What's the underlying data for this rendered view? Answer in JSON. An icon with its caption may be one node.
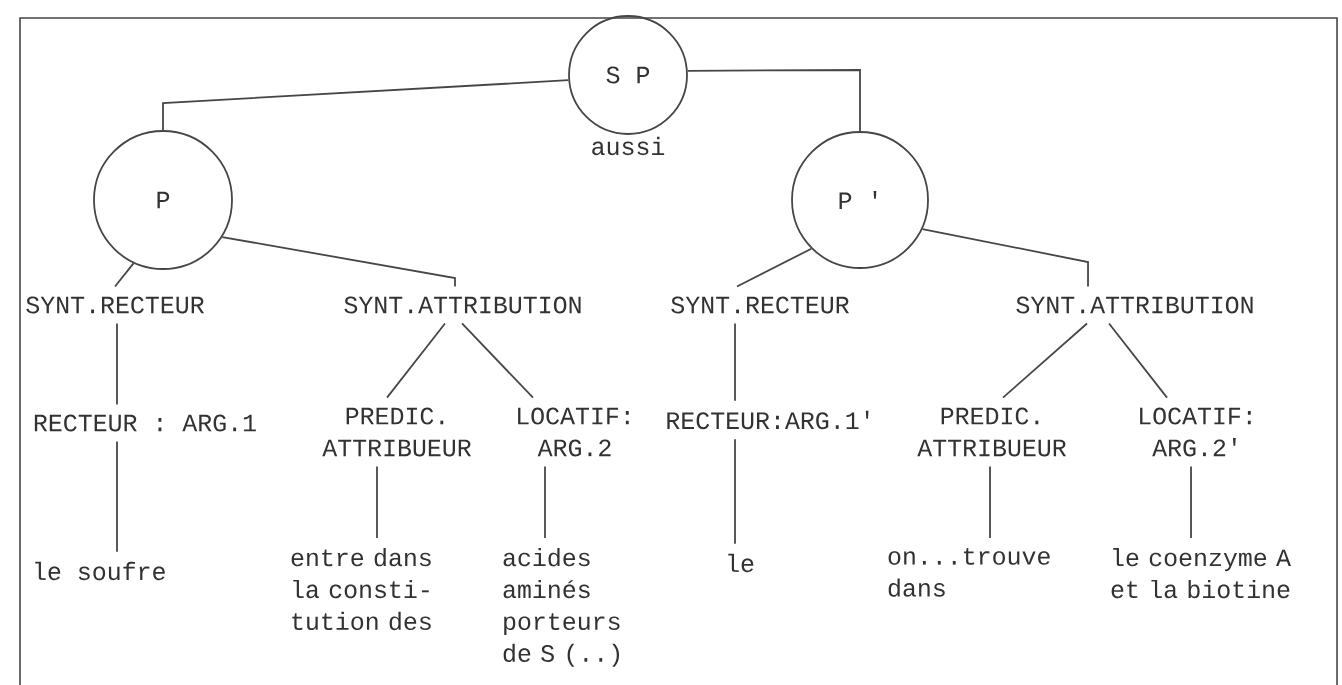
{
  "diagram": {
    "nodes": [
      {
        "text": [
          "S P"
        ],
        "beside": [
          "aussi"
        ]
      },
      {
        "text": [
          "P"
        ]
      },
      {
        "text": [
          "P '"
        ]
      },
      {
        "text": [
          "SYNT.RECTEUR"
        ]
      },
      {
        "text": [
          "SYNT.ATTRIBUTION"
        ]
      },
      {
        "text": [
          "RECTEUR : ARG.1"
        ]
      },
      {
        "text": [
          "PREDIC. ATTRIBUEUR"
        ]
      },
      {
        "text": [
          "LOCATIF: ARG.2"
        ]
      },
      {
        "text": [
          "le soufre"
        ]
      },
      {
        "text": [
          "entre dans la consti- tution des"
        ]
      },
      {
        "text": [
          "acides aminés porteurs de S (..)"
        ]
      },
      {
        "text": [
          "SYNT.RECTEUR"
        ]
      },
      {
        "text": [
          "SYNT.ATTRIBUTION"
        ]
      },
      {
        "text": [
          "RECTEUR:ARG.1'"
        ]
      },
      {
        "text": [
          "PREDIC. ATTRIBUEUR"
        ]
      },
      {
        "text": [
          "LOCATIF: ARG.2'"
        ]
      },
      {
        "text": [
          "le"
        ]
      },
      {
        "text": [
          "on...trouve dans"
        ]
      },
      {
        "text": [
          "le coenzyme A et la biotine"
        ]
      }
    ],
    "edges": [
      {
        "from": 0,
        "to": 1,
        "arrow": "none"
      },
      {
        "from": 0,
        "to": 2,
        "arrow": "none"
      },
      {
        "from": 1,
        "to": 3,
        "arrow": "none"
      },
      {
        "from": 1,
        "to": 4,
        "arrow": "none"
      },
      {
        "from": 3,
        "to": 5,
        "arrow": "none"
      },
      {
        "from": 4,
        "to": 6,
        "arrow": "none"
      },
      {
        "from": 4,
        "to": 7,
        "arrow": "none"
      },
      {
        "from": 5,
        "to": 8,
        "arrow": "none"
      },
      {
        "from": 6,
        "to": 9,
        "arrow": "none"
      },
      {
        "from": 7,
        "to": 10,
        "arrow": "none"
      },
      {
        "from": 2,
        "to": 11,
        "arrow": "none"
      },
      {
        "from": 2,
        "to": 12,
        "arrow": "none"
      },
      {
        "from": 11,
        "to": 13,
        "arrow": "none"
      },
      {
        "from": 12,
        "to": 14,
        "arrow": "none"
      },
      {
        "from": 12,
        "to": 15,
        "arrow": "none"
      },
      {
        "from": 13,
        "to": 16,
        "arrow": "none"
      },
      {
        "from": 14,
        "to": 17,
        "arrow": "none"
      },
      {
        "from": 15,
        "to": 18,
        "arrow": "none"
      }
    ]
  }
}
